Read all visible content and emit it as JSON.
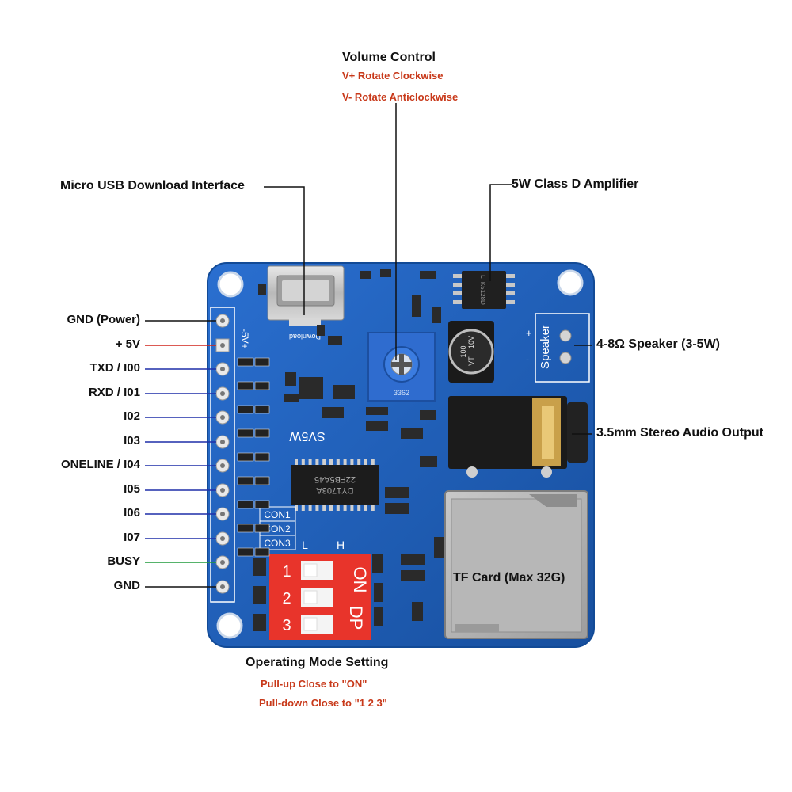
{
  "callouts": {
    "volume_title": "Volume Control",
    "volume_sub1": "V+ Rotate Clockwise",
    "volume_sub2": "V- Rotate Anticlockwise",
    "usb": "Micro USB Download Interface",
    "amp": "5W Class D Amplifier",
    "speaker": "4-8Ω Speaker (3-5W)",
    "audio": "3.5mm Stereo Audio Output",
    "tf": "TF Card (Max 32G)",
    "mode_title": "Operating Mode Setting",
    "mode_sub1": "Pull-up Close to \"ON\"",
    "mode_sub2": "Pull-down Close to \"1 2 3\""
  },
  "pins": [
    {
      "label": "GND (Power)",
      "line_color": "#111111"
    },
    {
      "label": "+ 5V",
      "line_color": "#d0241b"
    },
    {
      "label": "TXD / I00",
      "line_color": "#1f2fa8"
    },
    {
      "label": "RXD / I01",
      "line_color": "#1f2fa8"
    },
    {
      "label": "I02",
      "line_color": "#1f2fa8"
    },
    {
      "label": "I03",
      "line_color": "#1f2fa8"
    },
    {
      "label": "ONELINE / I04",
      "line_color": "#1f2fa8"
    },
    {
      "label": "I05",
      "line_color": "#1f2fa8"
    },
    {
      "label": "I06",
      "line_color": "#1f2fa8"
    },
    {
      "label": "I07",
      "line_color": "#1f2fa8"
    },
    {
      "label": "BUSY",
      "line_color": "#1f9a3a"
    },
    {
      "label": "GND",
      "line_color": "#111111"
    }
  ],
  "board": {
    "silk_5v": "-5V+",
    "silk_download": "Download",
    "silk_speaker": "Speaker",
    "silk_sv5w": "SV5W",
    "chip_text1": "DY1703A",
    "chip_text2": "22FB5A45",
    "amp_chip_text": "LTK5128D",
    "cap_text1": "100",
    "cap_text2": "10V",
    "cap_text3": "VT",
    "pot_text": "3362",
    "con1": "CON1",
    "con2": "CON2",
    "con3": "CON3",
    "sw_l": "L",
    "sw_h": "H",
    "sw_on": "ON",
    "sw_dp": "DP",
    "sw_1": "1",
    "sw_2": "2",
    "sw_3": "3",
    "plus": "+",
    "minus": "-"
  },
  "colors": {
    "board": "#1f5fb8",
    "annotation_red": "#c8391a"
  }
}
